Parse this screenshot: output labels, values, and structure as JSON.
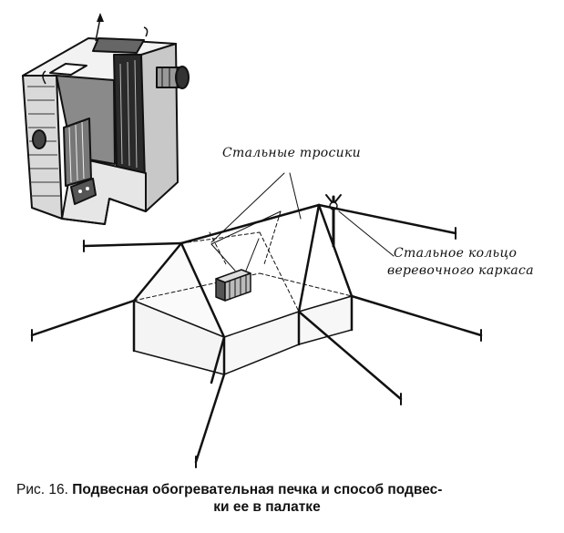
{
  "labels": {
    "steel_cables": "Стальные тросики",
    "steel_ring_line1": "Стальное кольцо",
    "steel_ring_line2": "веревочного каркаса"
  },
  "caption": {
    "prefix": "Рис. 16.",
    "line1": "Подвесная обогревательная печка и способ подвес-",
    "line2": "ки ее в палатке"
  }
}
